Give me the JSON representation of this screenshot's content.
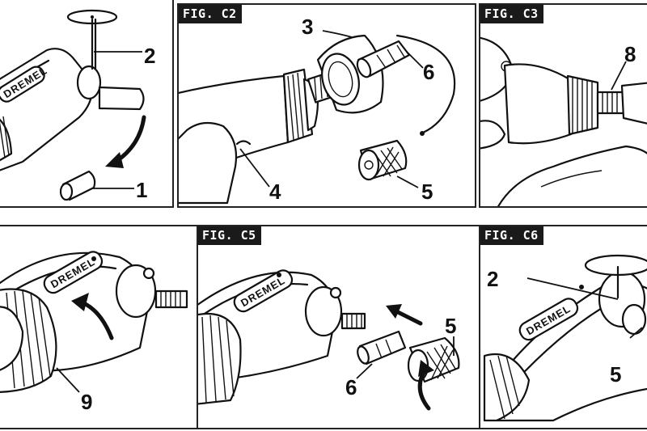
{
  "figures": [
    {
      "id": "c1",
      "label": "",
      "callouts": [
        "2",
        "1"
      ],
      "brand": "DREMEL"
    },
    {
      "id": "c2",
      "label": "FIG. C2",
      "callouts": [
        "3",
        "6",
        "4",
        "5"
      ]
    },
    {
      "id": "c3",
      "label": "FIG. C3",
      "callouts": [
        "8"
      ]
    },
    {
      "id": "c4",
      "label": "",
      "callouts": [
        "9"
      ],
      "brand": "DREMEL"
    },
    {
      "id": "c5",
      "label": "FIG. C5",
      "callouts": [
        "5",
        "6"
      ],
      "brand": "DREMEL"
    },
    {
      "id": "c6",
      "label": "FIG. C6",
      "callouts": [
        "2",
        "5"
      ],
      "brand": "DREMEL"
    }
  ],
  "colors": {
    "ink": "#111111",
    "label_bg": "#1a1a1a",
    "label_text": "#ffffff",
    "paper": "#ffffff"
  }
}
